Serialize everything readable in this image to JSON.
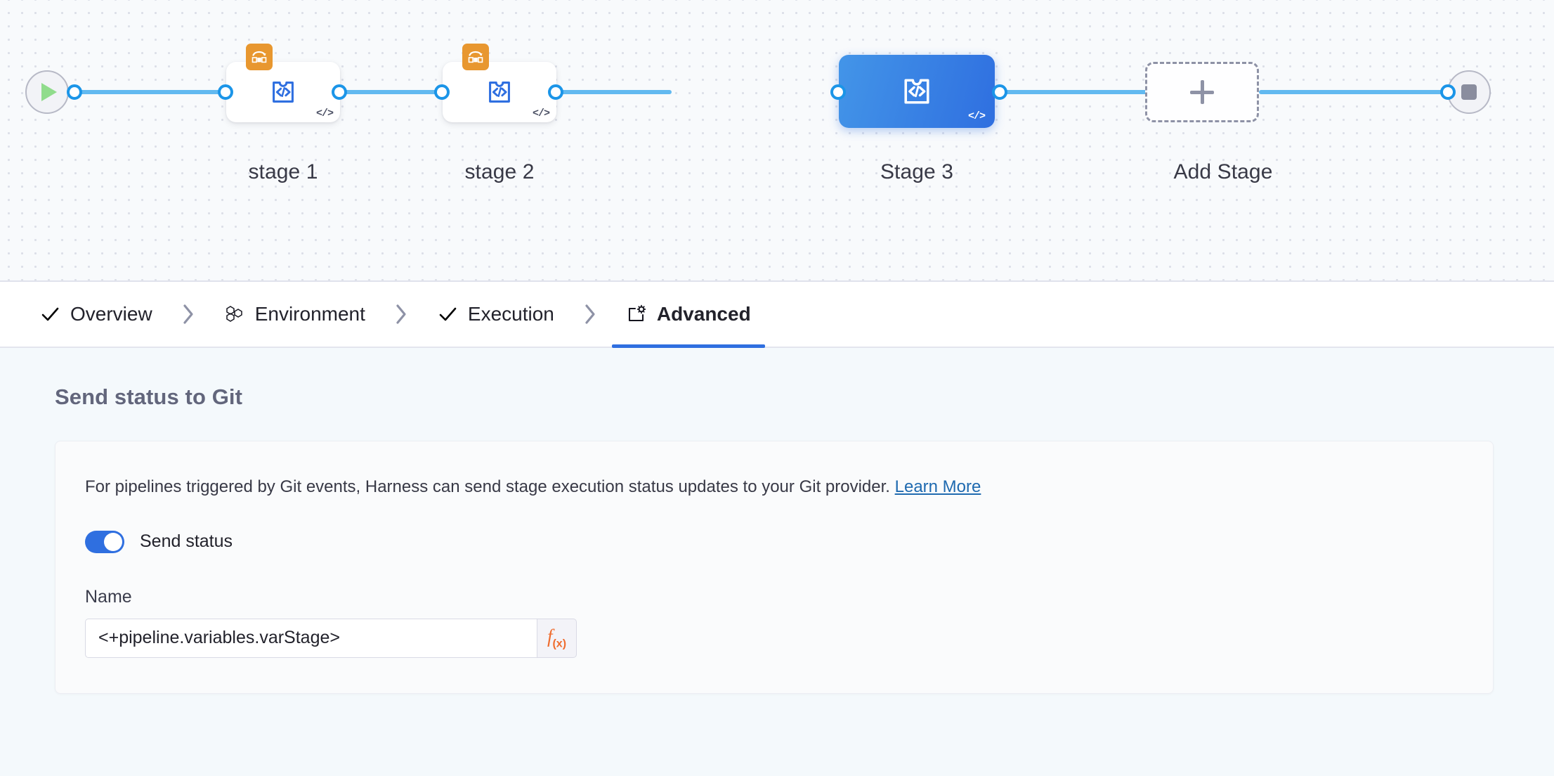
{
  "canvas": {
    "start_node": {
      "icon": "play-icon",
      "name": "pipeline-start-node"
    },
    "end_node": {
      "icon": "stop-icon",
      "name": "pipeline-end-node"
    },
    "stages": [
      {
        "label": "stage 1",
        "selected": false,
        "has_strategy_badge": true,
        "badge_icon": "rolling-strategy-icon",
        "type_icon": "custom-stage-icon",
        "code_mark": "</>"
      },
      {
        "label": "stage 2",
        "selected": false,
        "has_strategy_badge": true,
        "badge_icon": "rolling-strategy-icon",
        "type_icon": "custom-stage-icon",
        "code_mark": "</>"
      },
      {
        "label": "Stage 3",
        "selected": true,
        "has_strategy_badge": false,
        "badge_icon": "",
        "type_icon": "custom-stage-icon",
        "code_mark": "</>"
      }
    ],
    "add_stage": {
      "label": "Add Stage",
      "icon": "plus-icon"
    },
    "colors": {
      "wire": "#62b9f0",
      "port_ring": "#1b95e8",
      "selected_stage": "#2f6fe0",
      "strategy_badge": "#e8972f",
      "play_green": "#90dc8c",
      "stop_gray": "#8a8d9e"
    }
  },
  "tabs": [
    {
      "label": "Overview",
      "icon": "check-icon",
      "active": false
    },
    {
      "label": "Environment",
      "icon": "hexagons-icon",
      "active": false
    },
    {
      "label": "Execution",
      "icon": "check-icon",
      "active": false
    },
    {
      "label": "Advanced",
      "icon": "settings-card-icon",
      "active": true
    }
  ],
  "tab_separator_icon": "chevron-right-icon",
  "main": {
    "section_title": "Send status to Git",
    "description_text": "For pipelines triggered by Git events, Harness can send stage execution status updates to your Git provider. ",
    "description_link": "Learn More",
    "toggle": {
      "label": "Send status",
      "on": true,
      "accent": "#2f6fe0"
    },
    "name_field": {
      "label": "Name",
      "value": "<+pipeline.variables.varStage>",
      "placeholder": "Name",
      "expression_button": "f(x)",
      "expression_button_color": "#ef6c2e"
    }
  }
}
